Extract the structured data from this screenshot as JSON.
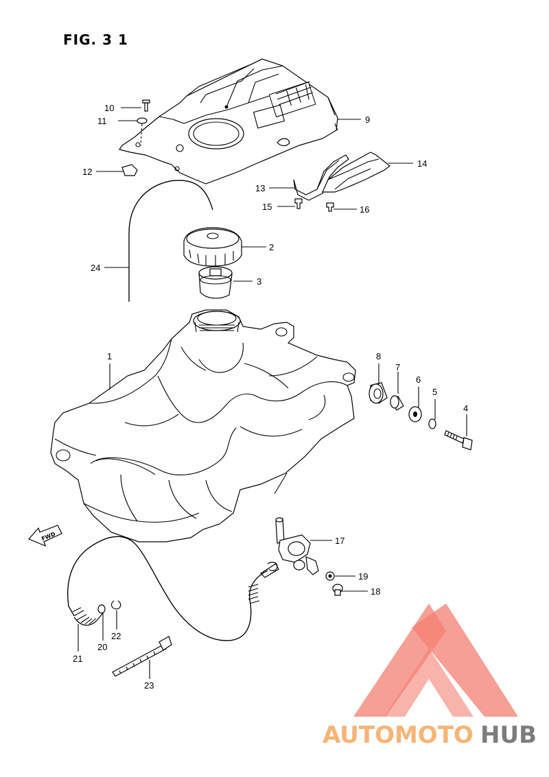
{
  "figure": {
    "title": "FIG. 3 1"
  },
  "fwd_label": "FWD",
  "callouts": [
    {
      "id": "c1",
      "label": "1"
    },
    {
      "id": "c2",
      "label": "2"
    },
    {
      "id": "c3",
      "label": "3"
    },
    {
      "id": "c4",
      "label": "4"
    },
    {
      "id": "c5",
      "label": "5"
    },
    {
      "id": "c6",
      "label": "6"
    },
    {
      "id": "c7",
      "label": "7"
    },
    {
      "id": "c8",
      "label": "8"
    },
    {
      "id": "c9",
      "label": "9"
    },
    {
      "id": "c10",
      "label": "10"
    },
    {
      "id": "c11",
      "label": "11"
    },
    {
      "id": "c12",
      "label": "12"
    },
    {
      "id": "c13",
      "label": "13"
    },
    {
      "id": "c14",
      "label": "14"
    },
    {
      "id": "c15",
      "label": "15"
    },
    {
      "id": "c16",
      "label": "16"
    },
    {
      "id": "c17",
      "label": "17"
    },
    {
      "id": "c18",
      "label": "18"
    },
    {
      "id": "c19",
      "label": "19"
    },
    {
      "id": "c20",
      "label": "20"
    },
    {
      "id": "c21",
      "label": "21"
    },
    {
      "id": "c22",
      "label": "22"
    },
    {
      "id": "c23",
      "label": "23"
    },
    {
      "id": "c24",
      "label": "24"
    }
  ],
  "watermark": {
    "part1": "AUTOMOTO",
    "part2": "HUB",
    "color_primary": "#f26a5a",
    "color_secondary": "#f7c27a",
    "color_dark": "#7a7a7a"
  }
}
